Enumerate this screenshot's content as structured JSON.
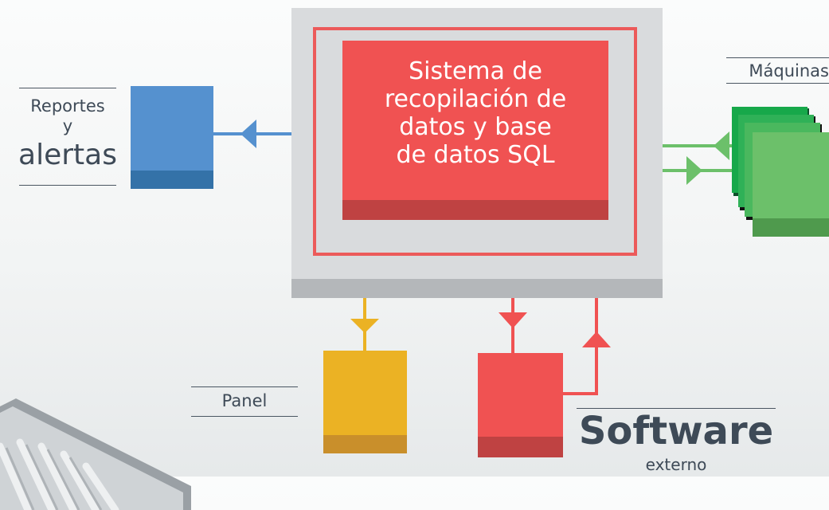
{
  "central": {
    "title_lines": [
      "Sistema de",
      "recopilación de",
      "datos y base",
      "de datos SQL"
    ]
  },
  "reports": {
    "line1": "Reportes",
    "line2": "y",
    "line3": "alertas"
  },
  "machines": {
    "label": "Máquinas"
  },
  "panel": {
    "label": "Panel"
  },
  "software": {
    "title": "Software",
    "subtitle": "externo"
  },
  "colors": {
    "red": "#f05252",
    "blue": "#5591cf",
    "green": "#6cc06a",
    "yellow": "#ebb224",
    "gray": "#d9dbdd",
    "text": "#3e4a57"
  }
}
